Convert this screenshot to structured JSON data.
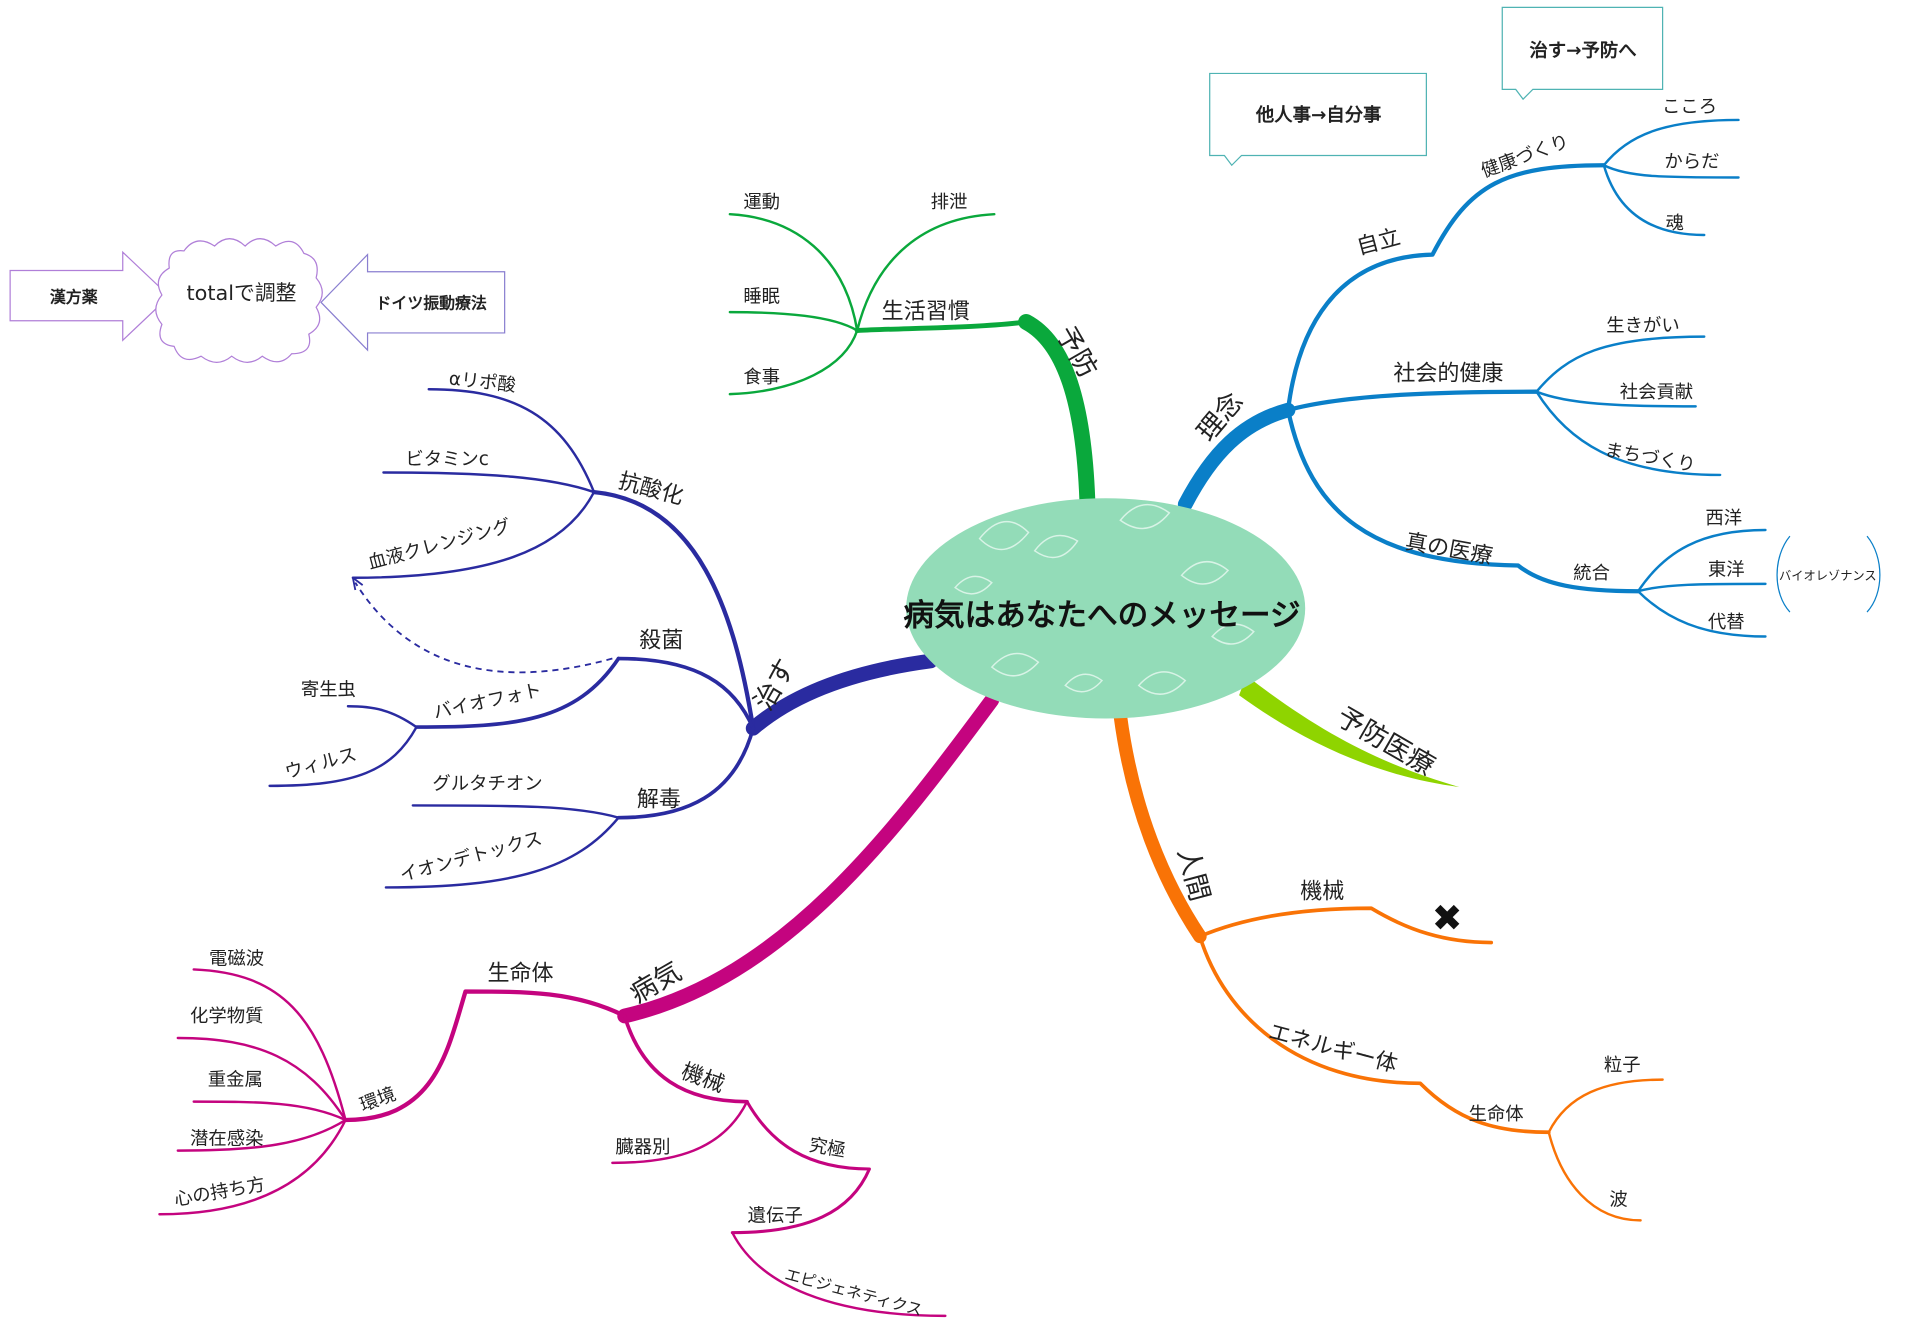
{
  "colors": {
    "center": "#93dcb8",
    "prevention": "#0aa83c",
    "philosophy": "#0a7fc8",
    "preventive_medicine": "#8fd400",
    "human": "#f97306",
    "disease": "#c4047f",
    "cure": "#2a2ba0",
    "callout": "#4fb3b3",
    "left_shapes": "#a880d8"
  },
  "center": {
    "title": "病気はあなたへのメッセージ"
  },
  "callouts": {
    "a": "他人事→自分事",
    "b": "治す→予防へ"
  },
  "left_group": {
    "left_arrow": "漢方薬",
    "cloud": "totalで調整",
    "right_arrow": "ドイツ振動療法"
  },
  "prevention": {
    "label": "予防",
    "habits": "生活習慣",
    "items": [
      "運動",
      "睡眠",
      "食事",
      "排泄"
    ]
  },
  "philosophy": {
    "label": "理念",
    "independence": {
      "label": "自立",
      "sub": "健康づくり",
      "items": [
        "こころ",
        "からだ",
        "魂"
      ]
    },
    "social": {
      "label": "社会的健康",
      "items": [
        "生きがい",
        "社会貢献",
        "まちづくり"
      ]
    },
    "true_medicine": {
      "label": "真の医療",
      "sub": "統合",
      "items": [
        "西洋",
        "東洋",
        "代替"
      ],
      "bracket": "バイオレゾナンス"
    }
  },
  "preventive_medicine": {
    "label": "予防医療"
  },
  "human": {
    "label": "人間",
    "machine": {
      "label": "機械",
      "mark": "✖"
    },
    "energy": {
      "label": "エネルギー体",
      "sub": "生命体",
      "items": [
        "粒子",
        "波"
      ]
    }
  },
  "disease": {
    "label": "病気",
    "organism": {
      "label": "生命体",
      "sub": "環境",
      "items": [
        "電磁波",
        "化学物質",
        "重金属",
        "潜在感染",
        "心の持ち方"
      ]
    },
    "machine": {
      "label": "機械",
      "organ": "臓器別",
      "ultimate": "究極",
      "gene": "遺伝子",
      "epi": "エピジェネティクス"
    }
  },
  "cure": {
    "label": "治す",
    "antioxidant": {
      "label": "抗酸化",
      "items": [
        "αリポ酸",
        "ビタミンc",
        "血液クレンジング"
      ]
    },
    "sterilize": {
      "label": "殺菌",
      "sub": "バイオフォト",
      "items": [
        "寄生虫",
        "ウィルス"
      ]
    },
    "detox": {
      "label": "解毒",
      "items": [
        "グルタチオン",
        "イオンデトックス"
      ]
    }
  }
}
